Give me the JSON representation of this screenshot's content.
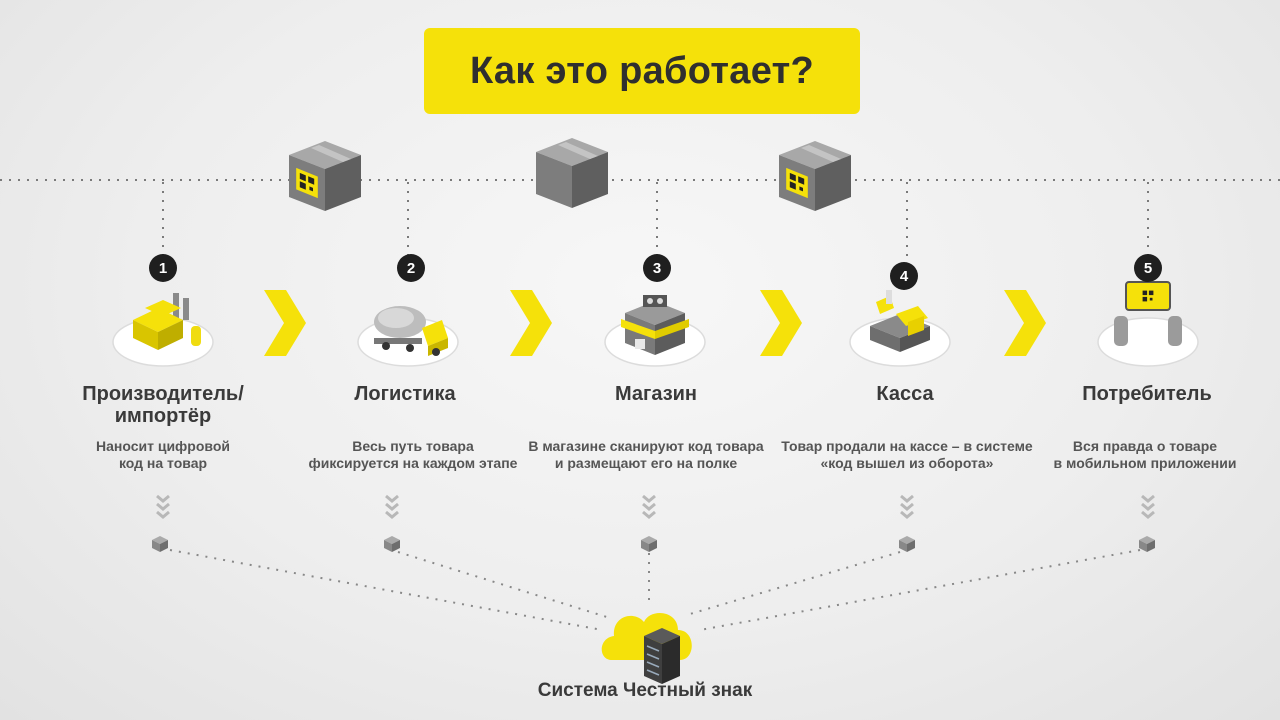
{
  "title": "Как это работает?",
  "stages": [
    {
      "number": "1",
      "name": "Производитель/\nимпортёр",
      "description": "Наносит цифровой\nкод на товар",
      "icon": "factory-icon"
    },
    {
      "number": "2",
      "name": "Логистика",
      "description": "Весь путь товара\nфиксируется на каждом этапе",
      "icon": "truck-icon"
    },
    {
      "number": "3",
      "name": "Магазин",
      "description": "В магазине сканируют код товара\nи размещают его на полке",
      "icon": "store-icon"
    },
    {
      "number": "4",
      "name": "Касса",
      "description": "Товар продали на кассе – в системе\n«код вышел из оборота»",
      "icon": "cash-register-icon"
    },
    {
      "number": "5",
      "name": "Потребитель",
      "description": "Вся правда о товаре\nв мобильном приложении",
      "icon": "smartphone-icon"
    }
  ],
  "system": {
    "label": "Система Честный знак",
    "icon": "cloud-server-icon"
  },
  "colors": {
    "accent": "#f5e10a",
    "dark": "#1f1f1f",
    "box": "#7a7a7a",
    "text": "#3a3a3a"
  }
}
